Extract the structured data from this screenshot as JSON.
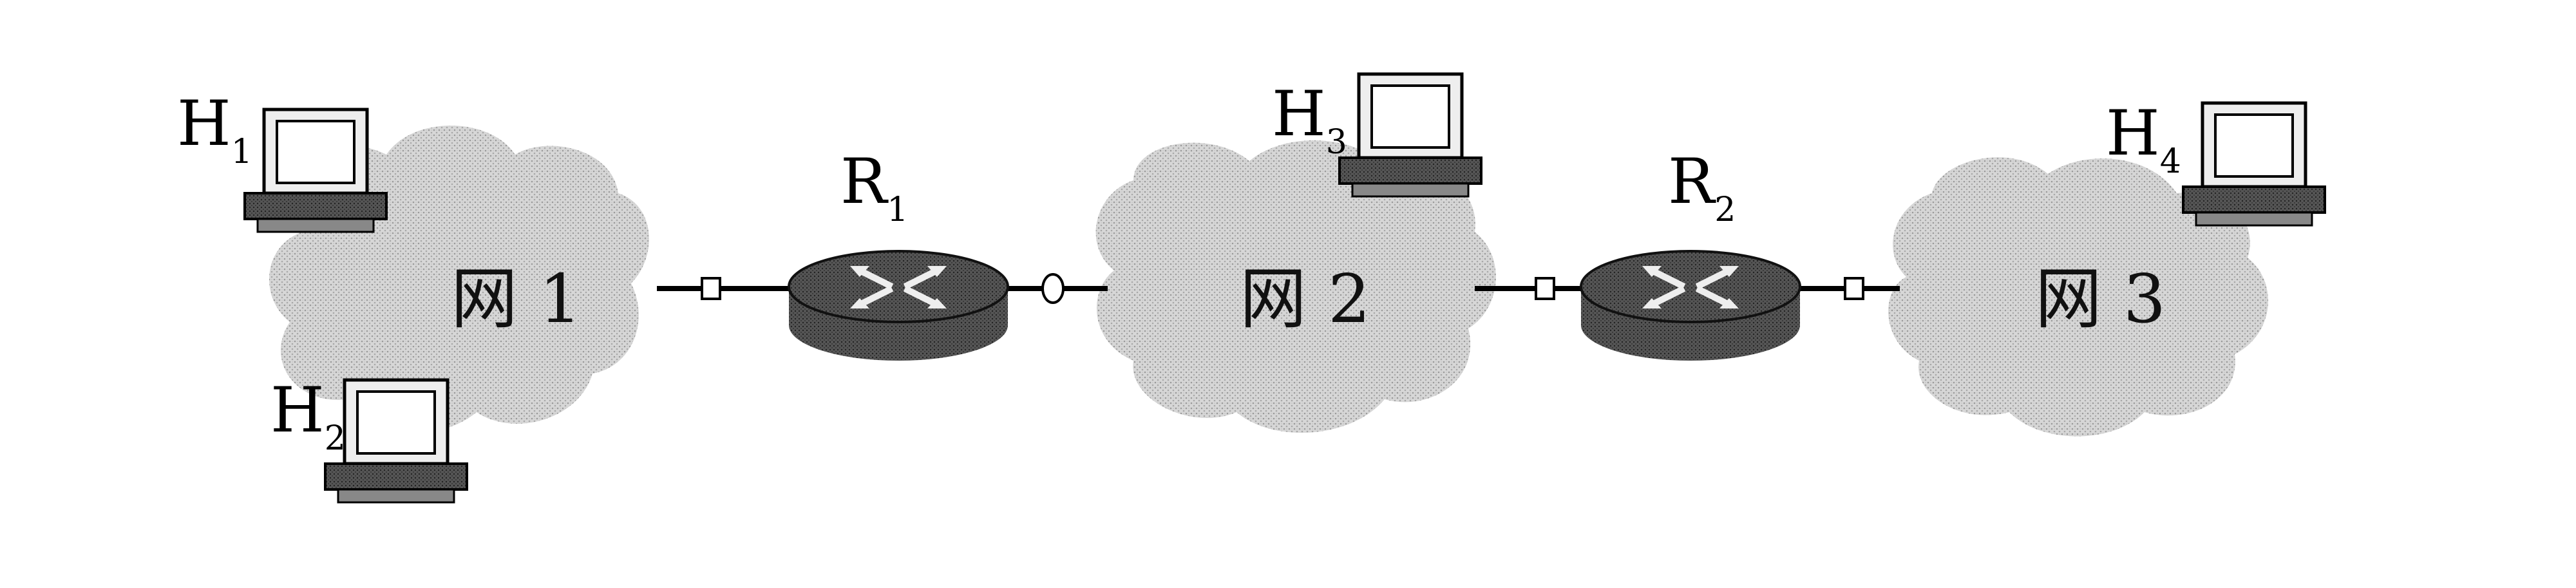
{
  "hosts": [
    {
      "letter": "H",
      "index": "1"
    },
    {
      "letter": "H",
      "index": "2"
    },
    {
      "letter": "H",
      "index": "3"
    },
    {
      "letter": "H",
      "index": "4"
    }
  ],
  "routers": [
    {
      "letter": "R",
      "index": "1"
    },
    {
      "letter": "R",
      "index": "2"
    }
  ],
  "networks": [
    {
      "label": "网 1"
    },
    {
      "label": "网 2"
    },
    {
      "label": "网 3"
    }
  ]
}
